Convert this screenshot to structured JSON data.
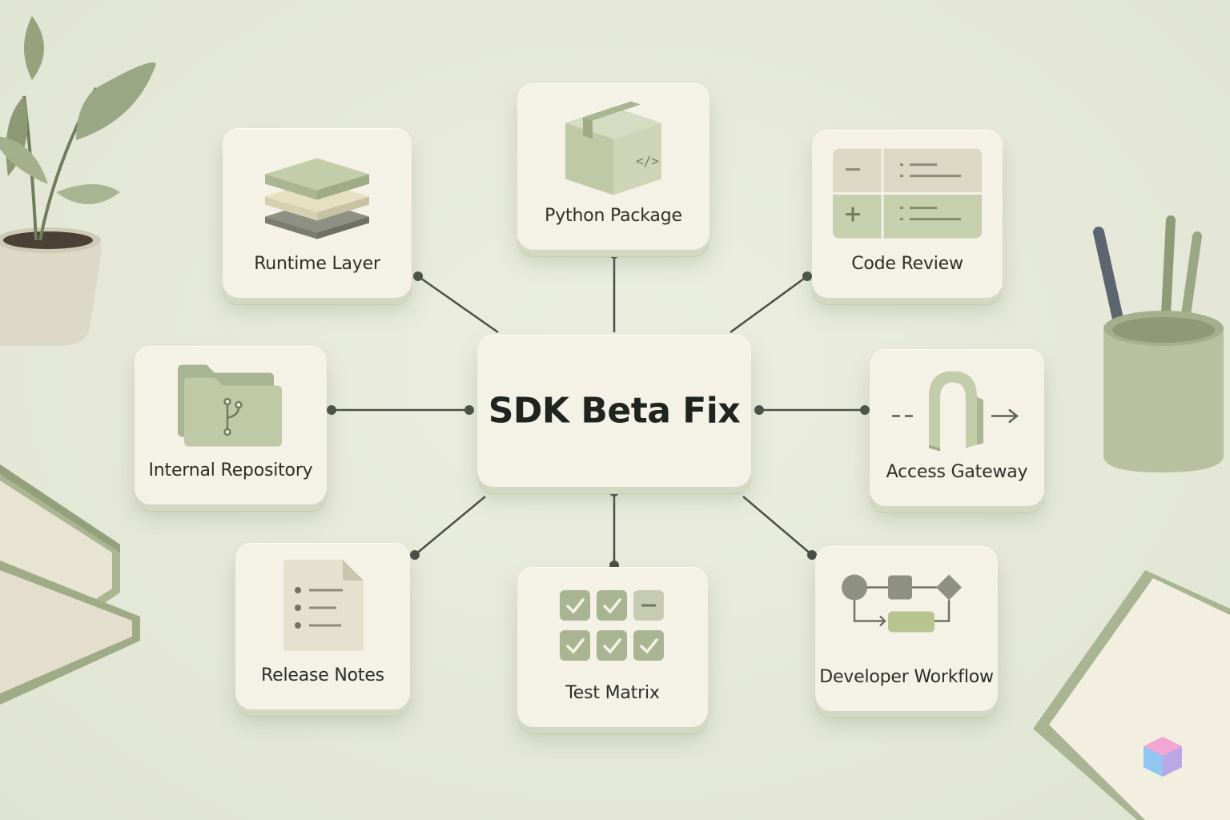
{
  "center": {
    "title": "SDK Beta Fix"
  },
  "nodes": {
    "runtime_layer": {
      "label": "Runtime Layer",
      "icon": "stacked-layers-icon"
    },
    "python_package": {
      "label": "Python Package",
      "icon": "package-box-icon"
    },
    "code_review": {
      "label": "Code Review",
      "icon": "diff-panel-icon"
    },
    "internal_repository": {
      "label": "Internal Repository",
      "icon": "git-folder-icon"
    },
    "access_gateway": {
      "label": "Access Gateway",
      "icon": "arch-gateway-icon"
    },
    "release_notes": {
      "label": "Release Notes",
      "icon": "document-list-icon"
    },
    "test_matrix": {
      "label": "Test Matrix",
      "icon": "checkbox-grid-icon"
    },
    "developer_workflow": {
      "label": "Developer Workflow",
      "icon": "flowchart-icon"
    }
  },
  "colors": {
    "background": "#e6e9d9",
    "card": "#f4f1e6",
    "sage": "#bfc9a6",
    "sage_dark": "#9aa785",
    "connector": "#4a5048",
    "text": "#2b2f2a"
  }
}
